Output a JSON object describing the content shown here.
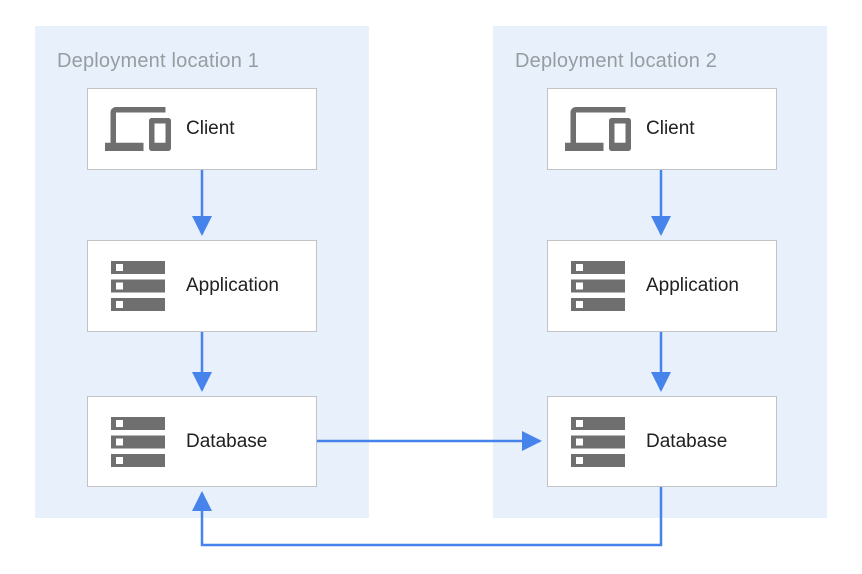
{
  "colors": {
    "panel_background": "#e8f0fb",
    "node_background": "#ffffff",
    "node_border": "#c3c3c3",
    "arrow_blue": "#4683ea",
    "icon_gray": "#6f6f6f",
    "title_gray": "#979ca1",
    "label_text": "#212121"
  },
  "groups": [
    {
      "title": "Deployment location 1",
      "nodes": [
        {
          "label": "Client",
          "icon": "devices-icon"
        },
        {
          "label": "Application",
          "icon": "server-stack-icon"
        },
        {
          "label": "Database",
          "icon": "server-stack-icon"
        }
      ]
    },
    {
      "title": "Deployment location 2",
      "nodes": [
        {
          "label": "Client",
          "icon": "devices-icon"
        },
        {
          "label": "Application",
          "icon": "server-stack-icon"
        },
        {
          "label": "Database",
          "icon": "server-stack-icon"
        }
      ]
    }
  ],
  "edges": [
    {
      "from": "client-1",
      "to": "application-1",
      "direction": "down"
    },
    {
      "from": "application-1",
      "to": "database-1",
      "direction": "down"
    },
    {
      "from": "client-2",
      "to": "application-2",
      "direction": "down"
    },
    {
      "from": "application-2",
      "to": "database-2",
      "direction": "down"
    },
    {
      "from": "database-1",
      "to": "database-2",
      "direction": "right"
    },
    {
      "from": "database-2",
      "to": "database-1",
      "direction": "bottom-loop"
    }
  ]
}
